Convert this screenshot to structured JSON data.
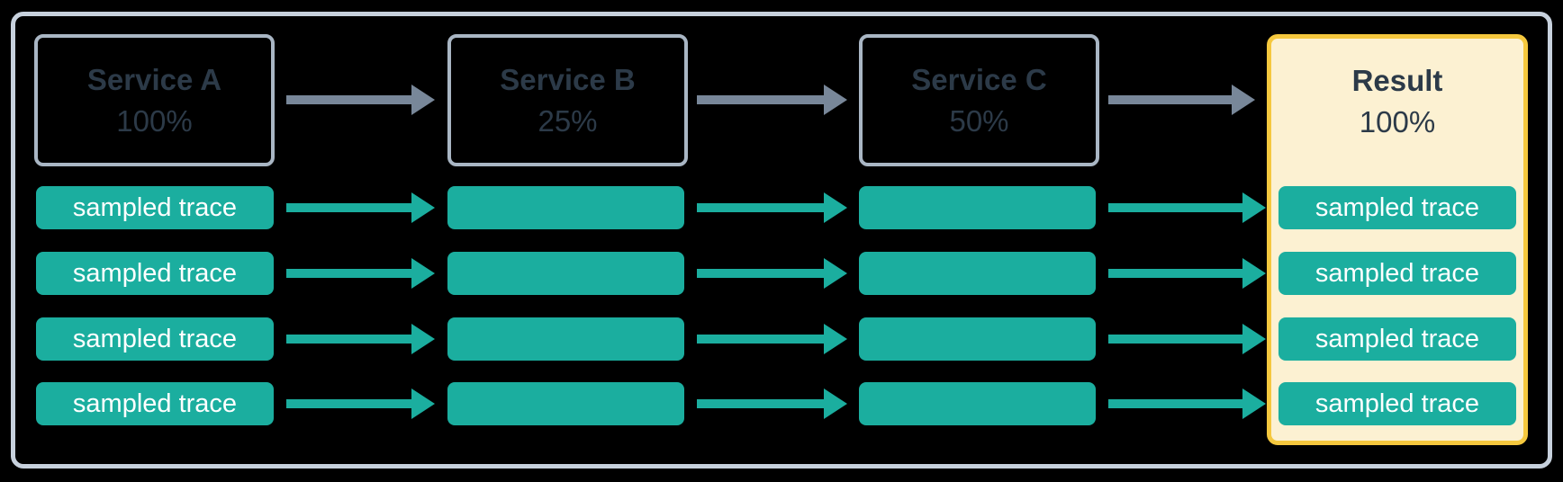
{
  "colors": {
    "background": "#000000",
    "outer_border": "#c7d1dd",
    "box_border": "#a9b6c4",
    "dark_text": "#2c3a48",
    "teal": "#1bae9f",
    "arrow_gray": "#788799",
    "result_bg": "#fcf1d2",
    "result_border": "#f5c83e",
    "bar_text": "#ffffff"
  },
  "nodes": [
    {
      "label": "Service A",
      "value": "100%"
    },
    {
      "label": "Service B",
      "value": "25%"
    },
    {
      "label": "Service C",
      "value": "50%"
    }
  ],
  "result": {
    "label": "Result",
    "value": "100%"
  },
  "rows": [
    {
      "source_label": "sampled trace",
      "result_label": "sampled trace"
    },
    {
      "source_label": "sampled trace",
      "result_label": "sampled trace"
    },
    {
      "source_label": "sampled trace",
      "result_label": "sampled trace"
    },
    {
      "source_label": "sampled trace",
      "result_label": "sampled trace"
    }
  ]
}
